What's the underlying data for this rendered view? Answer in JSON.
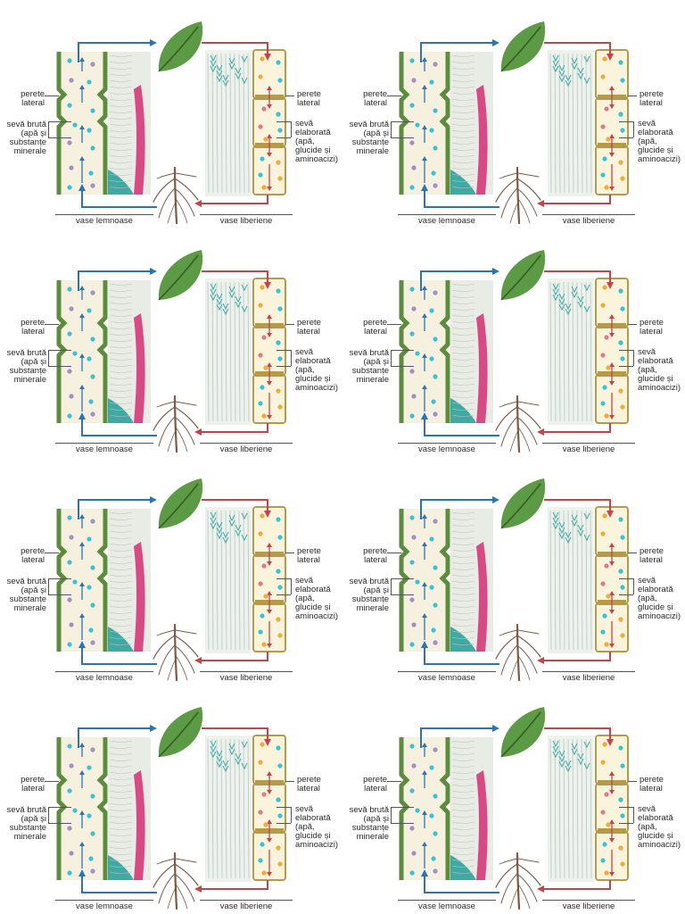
{
  "labels": {
    "lateral_wall": "perete\nlateral",
    "raw_sap": "sevă brută\n(apă și\nsubstanțe\nminerale",
    "elaborated_sap": "sevă\nelaborată\n(apă,\nglucide și\naminoacizi)",
    "xylem": "vase lemnoase",
    "phloem": "vase liberiene"
  },
  "colors": {
    "xylem_wall": "#5e8c3e",
    "xylem_fill": "#f6f0df",
    "phloem_wall": "#b59a4a",
    "phloem_fill": "#fbf4dc",
    "arrow_blue": "#2c74b6",
    "arrow_red": "#c0464c",
    "dot_cyan": "#3fbfd6",
    "dot_purple": "#a78bc9",
    "dot_orange": "#f2a93b",
    "dot_pink": "#e07a8a",
    "leaf": "#5d9a45",
    "root": "#7a5b45",
    "tissue_pink": "#d84a83",
    "tissue_teal": "#3fa9a4"
  },
  "panels": [
    {
      "id": "p1"
    },
    {
      "id": "p2"
    },
    {
      "id": "p3"
    },
    {
      "id": "p4"
    },
    {
      "id": "p5"
    },
    {
      "id": "p6"
    },
    {
      "id": "p7"
    },
    {
      "id": "p8"
    }
  ]
}
